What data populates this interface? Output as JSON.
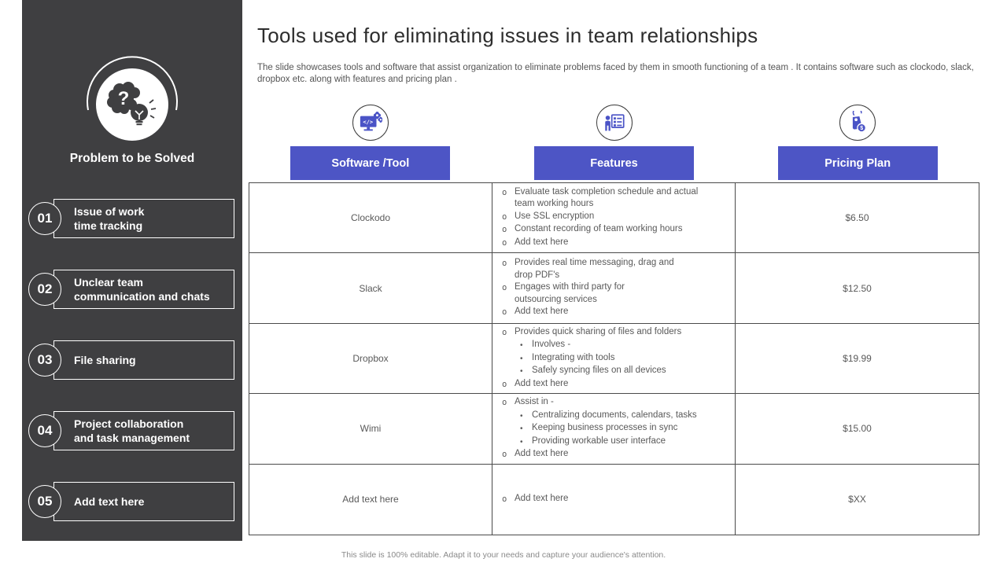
{
  "slide": {
    "title": "Tools used for eliminating issues in team relationships",
    "subtitle": "The slide showcases tools and software that assist organization to eliminate problems faced by them in smooth functioning of a team . It contains software such as clockodo, slack, dropbox etc. along with features and pricing plan .",
    "footer": "This slide is 100% editable.  Adapt it to your needs and capture your audience's attention."
  },
  "colors": {
    "accent": "#4d55c5",
    "sidebar_bg": "#3f3f41",
    "table_border": "#4a4a4a",
    "body_text": "#595959"
  },
  "sidebar": {
    "heading": "Problem to be Solved",
    "icon": "brain-lightbulb-icon",
    "items": [
      {
        "num": "01",
        "label": "Issue of work\ntime tracking"
      },
      {
        "num": "02",
        "label": "Unclear team\ncommunication and chats"
      },
      {
        "num": "03",
        "label": "File sharing"
      },
      {
        "num": "04",
        "label": "Project collaboration\nand task management"
      },
      {
        "num": "05",
        "label": "Add text here"
      }
    ]
  },
  "columns": [
    {
      "label": "Software /Tool",
      "icon": "code-monitor-icon"
    },
    {
      "label": "Features",
      "icon": "person-checklist-icon"
    },
    {
      "label": "Pricing Plan",
      "icon": "price-tag-icon"
    }
  ],
  "table": {
    "bullet_marker": "o",
    "sub_bullet_marker": "•",
    "rows": [
      {
        "tool": "Clockodo",
        "features": [
          {
            "text": "Evaluate task completion schedule and actual\nteam working hours"
          },
          {
            "text": "Use SSL encryption"
          },
          {
            "text": "Constant recording of team working hours"
          },
          {
            "text": "Add text here"
          }
        ],
        "price": "$6.50"
      },
      {
        "tool": "Slack",
        "features": [
          {
            "text": "Provides real time messaging, drag and\ndrop PDF's"
          },
          {
            "text": "Engages with third party for\noutsourcing services"
          },
          {
            "text": "Add text here"
          }
        ],
        "price": "$12.50"
      },
      {
        "tool": "Dropbox",
        "features": [
          {
            "text": "Provides quick sharing of files and folders",
            "subs": [
              "Involves -",
              "Integrating with tools",
              "Safely syncing files on all devices"
            ]
          },
          {
            "text": "Add text here"
          }
        ],
        "price": "$19.99"
      },
      {
        "tool": "Wimi",
        "features": [
          {
            "text": "Assist in -",
            "subs": [
              "Centralizing documents, calendars, tasks",
              "Keeping business processes in sync",
              "Providing workable user interface"
            ]
          },
          {
            "text": "Add text here"
          }
        ],
        "price": "$15.00"
      },
      {
        "tool": "Add text here",
        "features": [
          {
            "text": "Add text here"
          }
        ],
        "price": "$XX"
      }
    ]
  }
}
